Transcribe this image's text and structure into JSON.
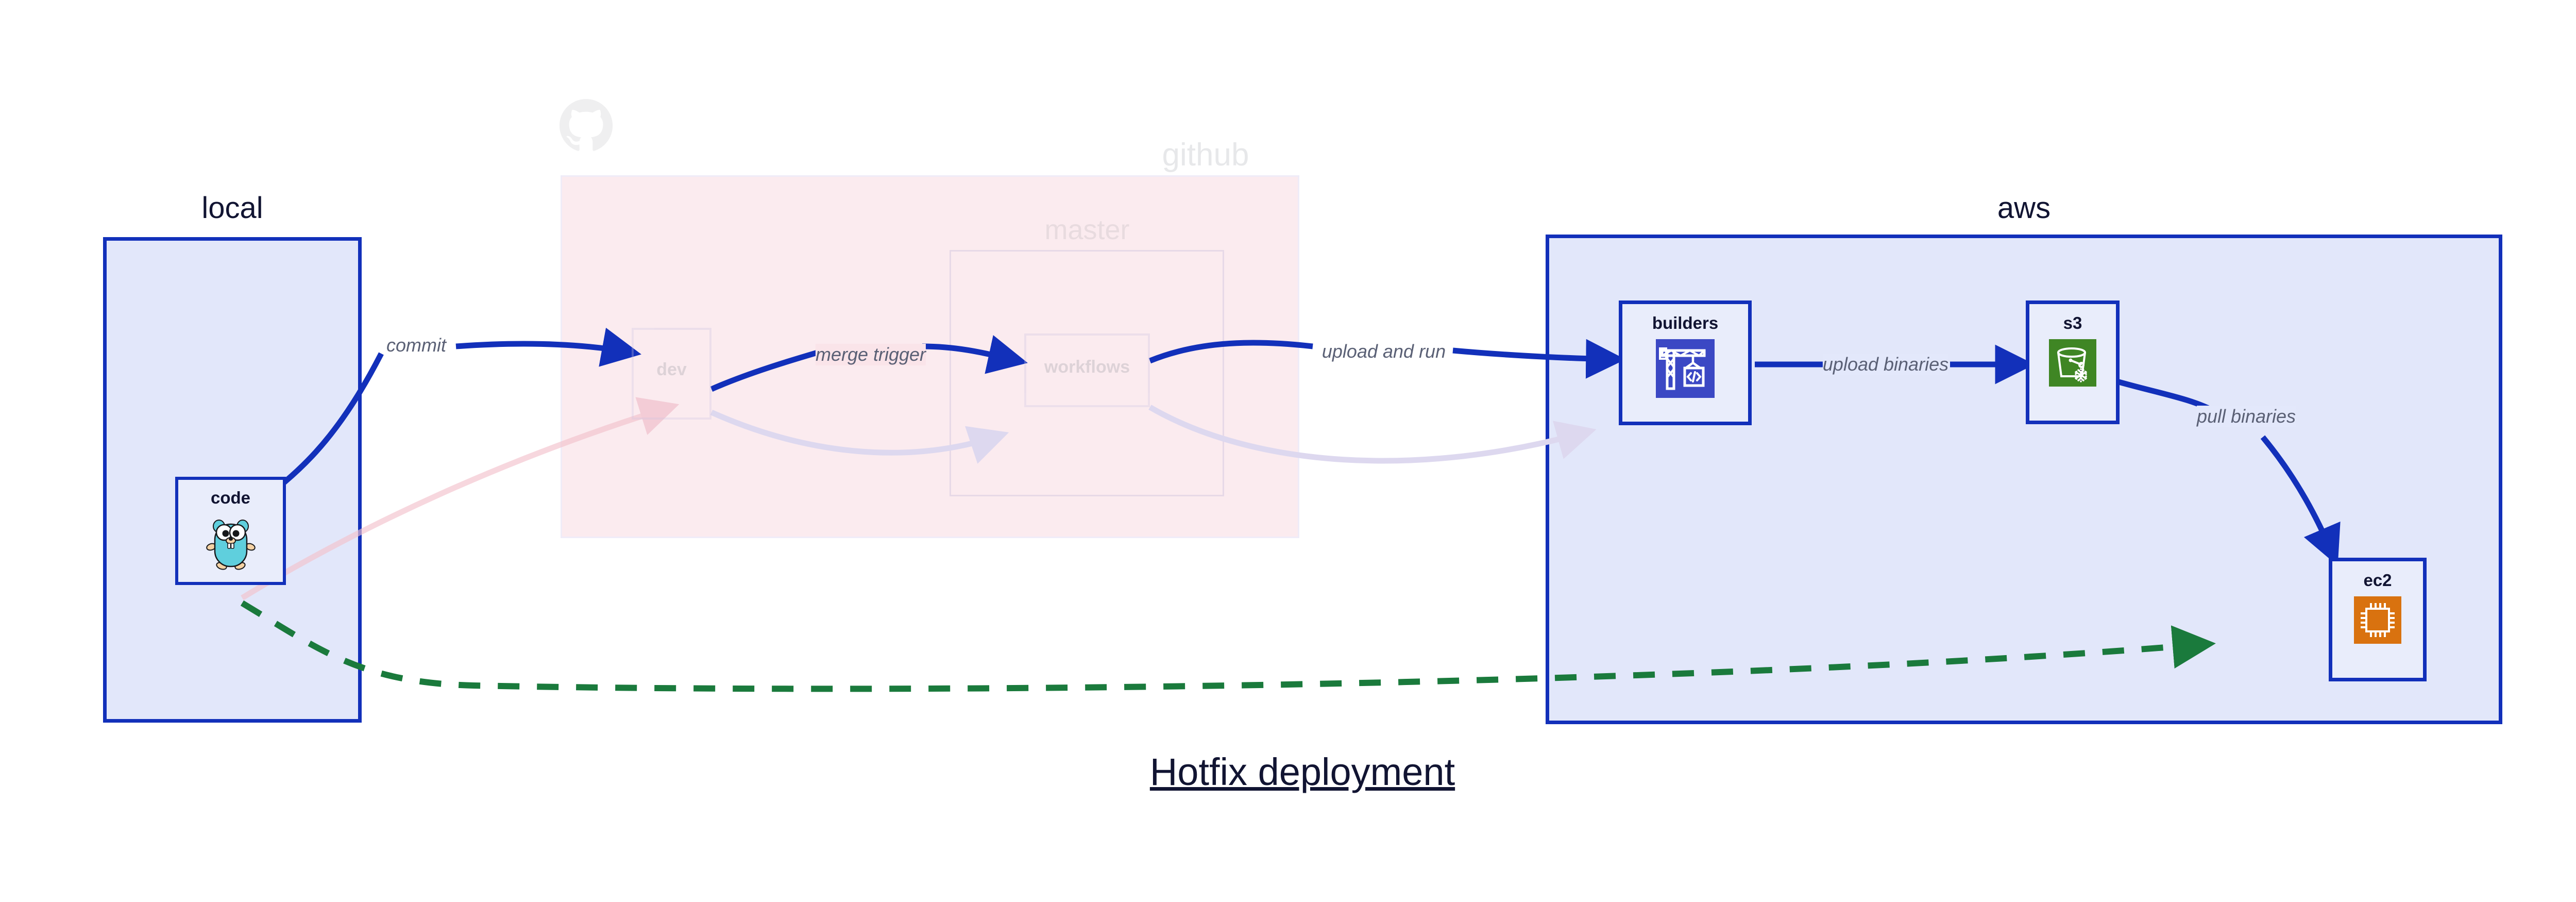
{
  "diagram": {
    "caption": "Hotfix deployment",
    "background": "#ffffff"
  },
  "groups": [
    {
      "id": "local",
      "label": "local",
      "fill": "#e2e7fa",
      "stroke": "#1230ba",
      "faded": false
    },
    {
      "id": "github",
      "label": "github",
      "fill": "#fae4e9",
      "stroke": "#dcd6ee",
      "faded": true
    },
    {
      "id": "master",
      "label": "master",
      "fill": "#f9e7ec",
      "stroke": "#d8d0e6",
      "faded": true
    },
    {
      "id": "aws",
      "label": "aws",
      "fill": "#e2e7fa",
      "stroke": "#1230ba",
      "faded": false
    }
  ],
  "nodes": [
    {
      "id": "code",
      "label": "code",
      "icon": "go-gopher-icon",
      "group": "local",
      "faded": false
    },
    {
      "id": "dev",
      "label": "dev",
      "icon": "none",
      "group": "github",
      "faded": true
    },
    {
      "id": "workflows",
      "label": "workflows",
      "icon": "none",
      "group": "master",
      "faded": true
    },
    {
      "id": "builders",
      "label": "builders",
      "icon": "aws-codebuild-crane-icon",
      "icon_color": "#3b48c4",
      "group": "aws",
      "faded": false
    },
    {
      "id": "s3",
      "label": "s3",
      "icon": "aws-s3-bucket-glacier-icon",
      "icon_color": "#3f8624",
      "group": "aws",
      "faded": false
    },
    {
      "id": "ec2",
      "label": "ec2",
      "icon": "aws-ec2-chip-icon",
      "icon_color": "#d9720f",
      "group": "aws",
      "faded": false
    }
  ],
  "edges": [
    {
      "id": "commit",
      "label": "commit",
      "from": "code",
      "to": "dev",
      "color": "#1230ba",
      "style": "solid",
      "highlight": true
    },
    {
      "id": "merge-trigger",
      "label": "merge trigger",
      "from": "dev",
      "to": "workflows",
      "color": "#1230ba",
      "style": "solid",
      "highlight": true
    },
    {
      "id": "upload-and-run",
      "label": "upload and run",
      "from": "workflows",
      "to": "builders",
      "color": "#1230ba",
      "style": "solid",
      "highlight": true
    },
    {
      "id": "upload-binaries",
      "label": "upload binaries",
      "from": "builders",
      "to": "s3",
      "color": "#1230ba",
      "style": "solid",
      "highlight": true
    },
    {
      "id": "pull-binaries",
      "label": "pull binaries",
      "from": "s3",
      "to": "ec2",
      "color": "#1230ba",
      "style": "solid",
      "highlight": true
    },
    {
      "id": "hotfix-direct",
      "label": "",
      "from": "code",
      "to": "ec2",
      "color": "#1a7a3c",
      "style": "dashed",
      "highlight": true
    },
    {
      "id": "faded-code-dev",
      "label": "",
      "from": "code",
      "to": "dev",
      "color": "#f3c3cd",
      "style": "solid",
      "highlight": false
    },
    {
      "id": "faded-dev-wf",
      "label": "",
      "from": "dev",
      "to": "workflows",
      "color": "#ddd8ef",
      "style": "solid",
      "highlight": false
    },
    {
      "id": "faded-wf-build",
      "label": "",
      "from": "workflows",
      "to": "builders",
      "color": "#ddd8ef",
      "style": "solid",
      "highlight": false
    }
  ],
  "colors": {
    "edge_blue": "#1230ba",
    "edge_green": "#1a7a3c",
    "label_gray": "#5a6075",
    "node_text": "#111432",
    "group_blue_fill": "#e2e7fa",
    "group_blue_stroke": "#1230ba",
    "group_pink_fill": "#fae4e9",
    "node_fill": "#e9edfb"
  }
}
